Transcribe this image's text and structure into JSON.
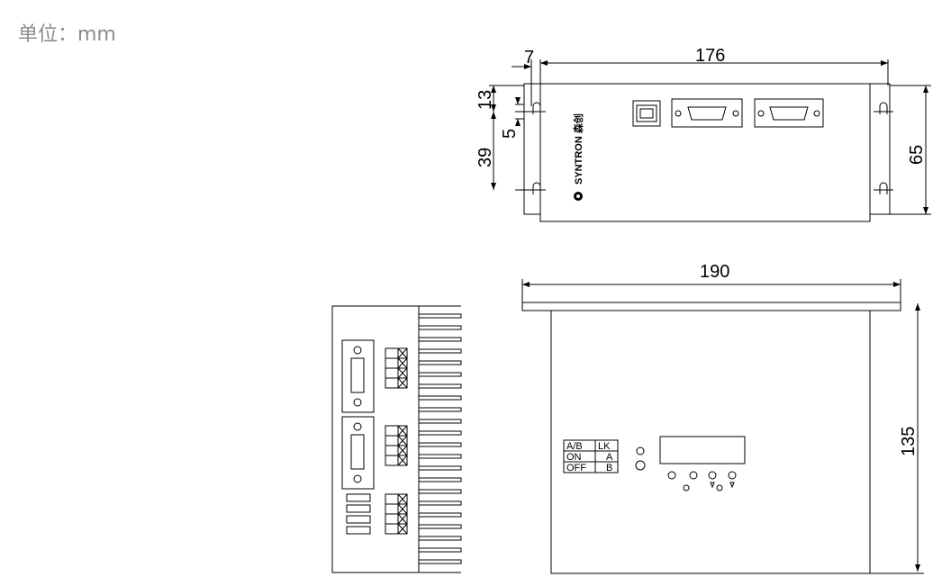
{
  "unit_label": "单位：mm",
  "dims": {
    "top_width": "176",
    "top_offset": "7",
    "height_65": "65",
    "slot_13": "13",
    "slot_5": "5",
    "pitch_39": "39",
    "front_width": "190",
    "front_height": "135"
  },
  "brand": "SYNTRON 森创",
  "switch_table": {
    "header": [
      "A/B",
      "LK"
    ],
    "row1": [
      "ON",
      "A"
    ],
    "row2": [
      "OFF",
      "B"
    ]
  }
}
